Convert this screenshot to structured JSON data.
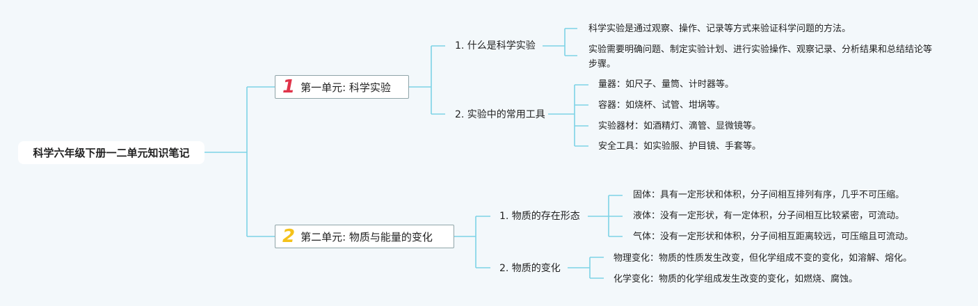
{
  "root": {
    "title": "科学六年级下册一二单元知识笔记"
  },
  "units": [
    {
      "number": "1",
      "title": "第一单元: 科学实验",
      "topics": [
        {
          "title": "1. 什么是科学实验",
          "items": [
            "科学实验是通过观察、操作、记录等方式来验证科学问题的方法。",
            "实验需要明确问题、制定实验计划、进行实验操作、观察记录、分析结果和总结结论等步骤。"
          ]
        },
        {
          "title": "2. 实验中的常用工具",
          "items": [
            "量器：如尺子、量筒、计时器等。",
            "容器：如烧杯、试管、坩埚等。",
            "实验器材：如酒精灯、滴管、显微镜等。",
            "安全工具：如实验服、护目镜、手套等。"
          ]
        }
      ]
    },
    {
      "number": "2",
      "title": "第二单元: 物质与能量的变化",
      "topics": [
        {
          "title": "1. 物质的存在形态",
          "items": [
            "固体：具有一定形状和体积，分子间相互排列有序，几乎不可压缩。",
            "液体：没有一定形状，有一定体积，分子间相互比较紧密，可流动。",
            "气体：没有一定形状和体积，分子间相互距离较远，可压缩且可流动。"
          ]
        },
        {
          "title": "2. 物质的变化",
          "items": [
            "物理变化：物质的性质发生改变，但化学组成不变的变化，如溶解、熔化。",
            "化学变化：物质的化学组成发生改变的变化，如燃烧、腐蚀。"
          ]
        }
      ]
    }
  ],
  "colors": {
    "connector": "#7dd3e6",
    "background": "#f3f8fb",
    "unit1_number": "#e0344a",
    "unit2_number": "#f5c21a"
  }
}
